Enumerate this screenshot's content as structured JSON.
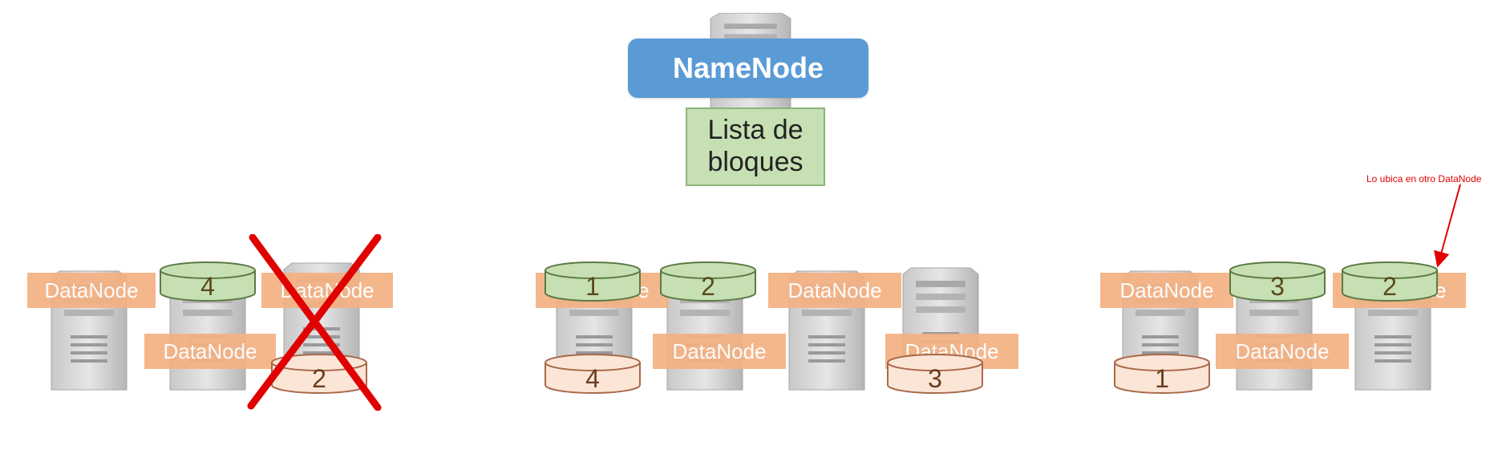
{
  "namenode": {
    "title": "NameNode",
    "blocklist_line1": "Lista de",
    "blocklist_line2": "bloques"
  },
  "datanode_label": "DataNode",
  "racks": [
    {
      "blocks": [
        "4",
        "2"
      ],
      "failed_block": "2"
    },
    {
      "blocks": [
        "1",
        "2",
        "4",
        "3"
      ]
    },
    {
      "blocks": [
        "3",
        "2",
        "1"
      ]
    }
  ],
  "annotation": {
    "text": "Lo ubica en otro DataNode"
  },
  "colors": {
    "namenode": "#5b9bd5",
    "green_disk": "#c6e0b4",
    "peach_disk": "#fbe5d6",
    "label": "#f4b183",
    "cross": "#e00000"
  }
}
